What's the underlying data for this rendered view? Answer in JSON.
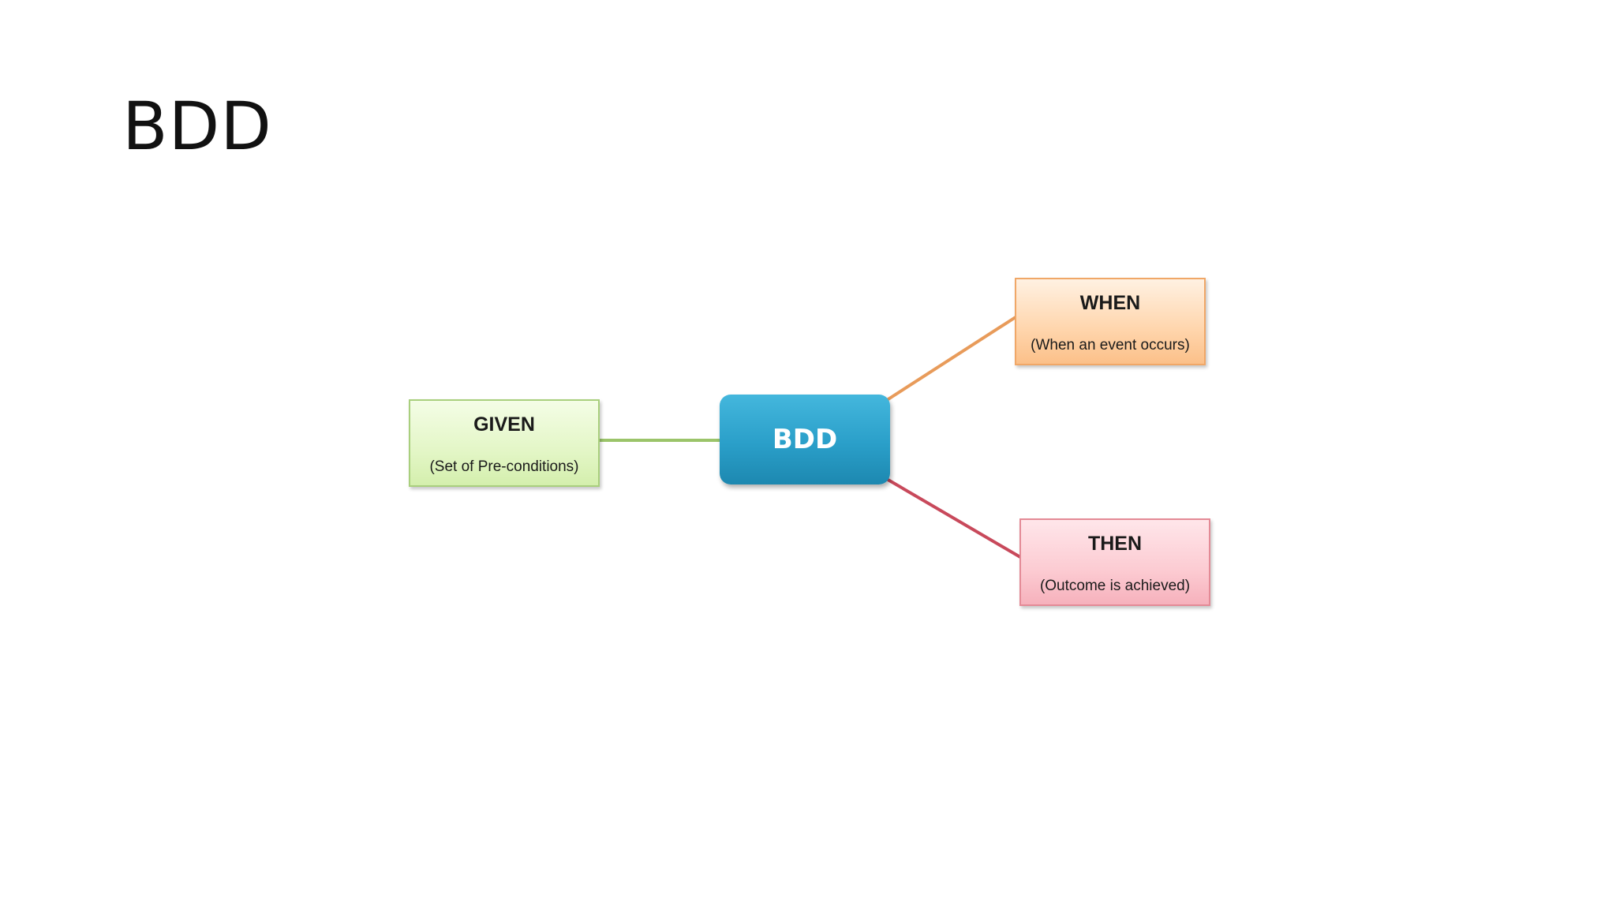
{
  "slide": {
    "title": "BDD"
  },
  "diagram": {
    "center": {
      "label": "BDD",
      "color": "#2a9fc9"
    },
    "nodes": {
      "given": {
        "title": "GIVEN",
        "subtitle": "(Set of Pre-conditions)",
        "color": "#e3f6c6",
        "line_color": "#9bc46a"
      },
      "when": {
        "title": "WHEN",
        "subtitle": "(When an event occurs)",
        "color": "#ffd5ac",
        "line_color": "#e89b5a"
      },
      "then": {
        "title": "THEN",
        "subtitle": "(Outcome is achieved)",
        "color": "#fccbd2",
        "line_color": "#c8495b"
      }
    }
  }
}
